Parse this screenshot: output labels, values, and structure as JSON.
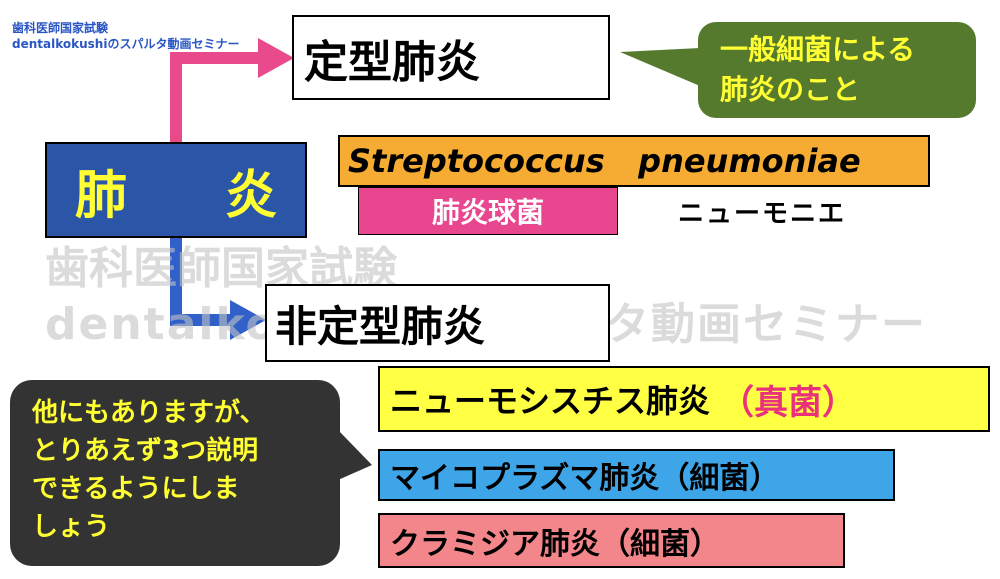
{
  "watermark_small": {
    "line1": "歯科医師国家試験",
    "line2": "dentalkokushiのスパルタ動画セミナー"
  },
  "watermark_big": {
    "line1": "歯科医師国家試験",
    "line2": "dentalkokushiのスパルタ動画セミナー"
  },
  "main_label": {
    "char1": "肺",
    "char2": "炎"
  },
  "typical": {
    "title": "定型肺炎",
    "note_line1": "一般細菌による",
    "note_line2": "肺炎のこと"
  },
  "organism": {
    "latin": "Streptococcus   pneumoniae",
    "japanese": "肺炎球菌",
    "katakana": "ニューモニエ"
  },
  "atypical": {
    "title": "非定型肺炎"
  },
  "types": [
    {
      "label": "ニューモシスチス肺炎",
      "suffix": "（真菌）"
    },
    {
      "label": "マイコプラズマ肺炎（細菌）"
    },
    {
      "label": "クラミジア肺炎（細菌）"
    }
  ],
  "speech": {
    "lines": [
      "他にもありますが、",
      "とりあえず3つ説明",
      "できるようにしま",
      "しょう"
    ]
  },
  "colors": {
    "main_box": "#2b56a8",
    "main_text": "#ffff33",
    "arrow_top": "#e84a8c",
    "arrow_bottom": "#3060c8",
    "orange": "#f6ac33",
    "pink": "#e8468e",
    "yellow": "#ffff44",
    "blue": "#3ea6e8",
    "salmon": "#f2868a",
    "green_bubble": "#557a2e",
    "dark_bubble": "#333333",
    "fungus_text": "#e8327a"
  }
}
